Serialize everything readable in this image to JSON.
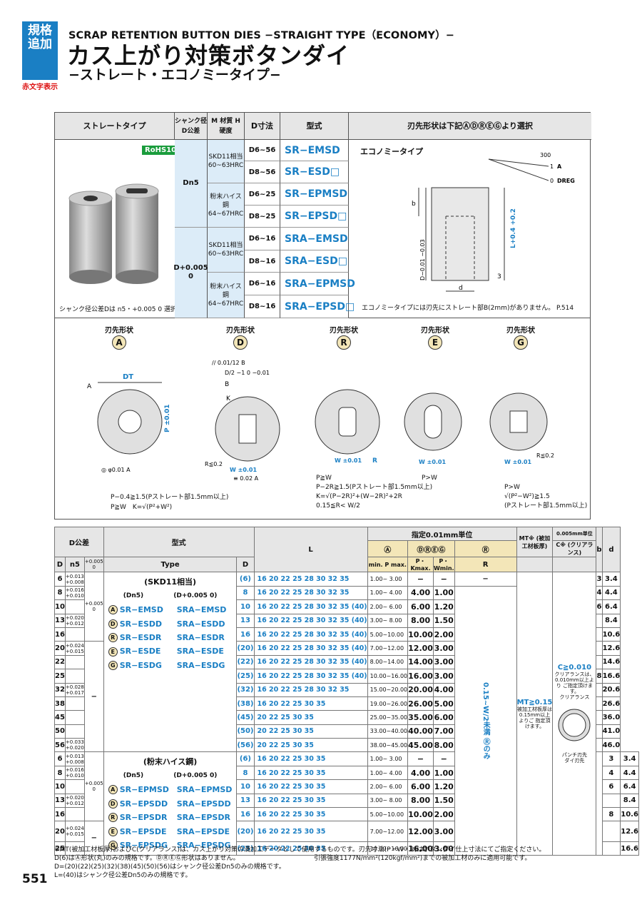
{
  "header": {
    "badge": "規格追加",
    "badge_sub": "赤文字表示",
    "title_en": "SCRAP RETENTION BUTTON DIES −STRAIGHT TYPE（ECONOMY）−",
    "title_jp": "カス上がり対策ボタンダイ",
    "subtitle": "−ストレート・エコノミータイプ−"
  },
  "top_table": {
    "headers": [
      "ストレートタイプ",
      "シャンク径 D公差",
      "M 材質 H 硬度",
      "D寸法",
      "型式",
      "刃先形状は下記ⒶⒹⓇⒺⒼより選択"
    ],
    "rohs": "RoHS10",
    "shank_n5": "Dn5",
    "shank_005": "D+0.005 0",
    "materials": [
      "SKD11相当 60~63HRC",
      "粉末ハイス鋼 64~67HRC",
      "SKD11相当 60~63HRC",
      "粉末ハイス鋼 64~67HRC"
    ],
    "rows": [
      {
        "d": "D6~56",
        "t": "SR−EMSD"
      },
      {
        "d": "D8~56",
        "t": "SR−ESD□"
      },
      {
        "d": "D6~25",
        "t": "SR−EPMSD"
      },
      {
        "d": "D8~25",
        "t": "SR−EPSD□"
      },
      {
        "d": "D6~16",
        "t": "SRA−EMSD"
      },
      {
        "d": "D8~16",
        "t": "SRA−ESD□"
      },
      {
        "d": "D6~16",
        "t": "SRA−EPMSD"
      },
      {
        "d": "D8~16",
        "t": "SRA−EPSD□"
      }
    ],
    "eco_label": "エコノミータイプ",
    "eco_note": "エコノミータイプには刃先にストレート部B(2mm)がありません。 P.514",
    "shank_note": "シャンク径公差Dは n5・+0.005 0 選択",
    "draw": {
      "v300": "300",
      "r1": "1",
      "r0": "0",
      "a": "A",
      "dreg": "DREG",
      "b": "b",
      "tol": "D−0.01 −0.03",
      "l": "L+0.4 +0.2",
      "d": "d",
      "three": "3"
    }
  },
  "shapes": {
    "title": "刃先形状",
    "codes": [
      "A",
      "D",
      "R",
      "E",
      "G"
    ],
    "notes": {
      "a1": "P−0.4≧1.5(Pストレート部1.5mm以上)",
      "a2": "P≧W　K=√(P²+W²)",
      "r1": "P≧W",
      "r2": "P−2R≧1.5(Pストレート部1.5mm以上)",
      "r3": "K=√(P−2R)²+(W−2R)²+2R",
      "r4": "0.15≦R< W/2",
      "e1": "P>W",
      "g1": "P>W",
      "g2": "√(P²−W²)≧1.5",
      "g3": "(Pストレート部1.5mm以上)"
    },
    "labels": {
      "dt": "DT",
      "a": "A",
      "b": "B",
      "p": "P ±0.01",
      "w": "W ±0.01",
      "k": "K",
      "r": "R",
      "r02": "R≦0.2",
      "flat": "◎ φ0.01 A",
      "par": "// 0.01/12 B",
      "sym": "≡ 0.02 A",
      "half": "D/2 −1 0 −0.01"
    }
  },
  "main_table": {
    "header": {
      "dtol": "D公差",
      "type": "型式",
      "l": "L",
      "unit001": "指定0.01mm単位",
      "unit005": "0.005mm単位",
      "a": "Ⓐ",
      "dreg": "ⒹⓇⒺⒼ",
      "r": "Ⓡ",
      "mt": "MT※ (被加工材板厚)",
      "c": "C※ (クリアランス)",
      "b": "b",
      "dd": "d",
      "D": "D",
      "n5": "n5",
      "p005": "+0.005 0",
      "Type": "Type",
      "DD": "D",
      "pmax": "min. P max.",
      "pk": "P・Kmax.",
      "pw": "P・Wmin.",
      "rr": "R"
    },
    "group1": {
      "label": "(SKD11相当)",
      "sub1": "(Dn5)",
      "sub2": "(D+0.005 0)",
      "types": [
        [
          "A",
          "SR−EMSD",
          "SRA−EMSD"
        ],
        [
          "D",
          "SR−ESDD",
          "SRA−ESDD"
        ],
        [
          "R",
          "SR−ESDR",
          "SRA−ESDR"
        ],
        [
          "E",
          "SR−ESDE",
          "SRA−ESDE"
        ],
        [
          "G",
          "SR−ESDG",
          "SRA−ESDG"
        ]
      ],
      "rows": [
        {
          "D": "6",
          "n5": "+0.013 +0.008",
          "dd": "(6)",
          "l": "16 20 22 25 28 30 32 35",
          "a": "1.00~ 3.00",
          "pk": "−",
          "pw": "−",
          "r": "−",
          "b": "3",
          "d": "3.4"
        },
        {
          "D": "8",
          "n5": "+0.016 +0.010",
          "dd": "8",
          "l": "16 20 22 25 28 30 32 35",
          "a": "1.00~ 4.00",
          "pk": "4.00",
          "pw": "1.00",
          "r": "",
          "b": "4",
          "d": "4.4"
        },
        {
          "D": "10",
          "n5": "",
          "dd": "10",
          "l": "16 20 22 25 28 30 32 35 (40)",
          "a": "2.00~ 6.00",
          "pk": "6.00",
          "pw": "1.20",
          "r": "",
          "b": "6",
          "d": "6.4"
        },
        {
          "D": "13",
          "n5": "+0.020 +0.012",
          "dd": "13",
          "l": "16 20 22 25 28 30 32 35 (40)",
          "a": "3.00~ 8.00",
          "pk": "8.00",
          "pw": "1.50",
          "r": "",
          "b": "",
          "d": "8.4"
        },
        {
          "D": "16",
          "n5": "",
          "dd": "16",
          "l": "16 20 22 25 28 30 32 35 (40)",
          "a": "5.00~10.00",
          "pk": "10.00",
          "pw": "2.00",
          "r": "",
          "b": "",
          "d": "10.6"
        },
        {
          "D": "20",
          "n5": "+0.024 +0.015",
          "dd": "(20)",
          "l": "16 20 22 25 28 30 32 35 (40)",
          "a": "7.00~12.00",
          "pk": "12.00",
          "pw": "3.00",
          "r": "",
          "b": "",
          "d": "12.6"
        },
        {
          "D": "22",
          "n5": "",
          "dd": "(22)",
          "l": "16 20 22 25 28 30 32 35 (40)",
          "a": "8.00~14.00",
          "pk": "14.00",
          "pw": "3.00",
          "r": "",
          "b": "",
          "d": "14.6"
        },
        {
          "D": "25",
          "n5": "",
          "dd": "(25)",
          "l": "16 20 22 25 28 30 32 35 (40)",
          "a": "10.00~16.00",
          "pk": "16.00",
          "pw": "3.00",
          "r": "",
          "b": "8",
          "d": "16.6"
        },
        {
          "D": "32",
          "n5": "+0.028 +0.017",
          "dd": "(32)",
          "l": "16 20 22 25 28 30 32 35",
          "a": "15.00~20.00",
          "pk": "20.00",
          "pw": "4.00",
          "r": "",
          "b": "",
          "d": "20.6"
        },
        {
          "D": "38",
          "n5": "",
          "dd": "(38)",
          "l": "16 20 22 25   30   35",
          "a": "19.00~26.00",
          "pk": "26.00",
          "pw": "5.00",
          "r": "",
          "b": "",
          "d": "26.6"
        },
        {
          "D": "45",
          "n5": "",
          "dd": "(45)",
          "l": "20 22 25   30   35",
          "a": "25.00~35.00",
          "pk": "35.00",
          "pw": "6.00",
          "r": "",
          "b": "",
          "d": "36.0"
        },
        {
          "D": "50",
          "n5": "",
          "dd": "(50)",
          "l": "20 22 25   30   35",
          "a": "33.00~40.00",
          "pk": "40.00",
          "pw": "7.00",
          "r": "",
          "b": "",
          "d": "41.0"
        },
        {
          "D": "56",
          "n5": "+0.033 +0.020",
          "dd": "(56)",
          "l": "20 22 25   30   35",
          "a": "38.00~45.00",
          "pk": "45.00",
          "pw": "8.00",
          "r": "",
          "b": "",
          "d": "46.0"
        }
      ]
    },
    "group2": {
      "label": "(粉末ハイス鋼)",
      "sub1": "(Dn5)",
      "sub2": "(D+0.005 0)",
      "types": [
        [
          "A",
          "SR−EPMSD",
          "SRA−EPMSD"
        ],
        [
          "D",
          "SR−EPSDD",
          "SRA−EPSDD"
        ],
        [
          "R",
          "SR−EPSDR",
          "SRA−EPSDR"
        ],
        [
          "E",
          "SR−EPSDE",
          "SRA−EPSDE"
        ],
        [
          "G",
          "SR−EPSDG",
          "SRA−EPSDG"
        ]
      ],
      "rows": [
        {
          "D": "6",
          "n5": "+0.013 +0.008",
          "dd": "(6)",
          "l": "16 20 22 25   30   35",
          "a": "1.00~ 3.00",
          "pk": "−",
          "pw": "−",
          "b": "3",
          "d": "3.4"
        },
        {
          "D": "8",
          "n5": "+0.016 +0.010",
          "dd": "8",
          "l": "16 20 22 25   30   35",
          "a": "1.00~ 4.00",
          "pk": "4.00",
          "pw": "1.00",
          "b": "4",
          "d": "4.4"
        },
        {
          "D": "10",
          "n5": "",
          "dd": "10",
          "l": "16 20 22 25   30   35",
          "a": "2.00~ 6.00",
          "pk": "6.00",
          "pw": "1.20",
          "b": "6",
          "d": "6.4"
        },
        {
          "D": "13",
          "n5": "+0.020 +0.012",
          "dd": "13",
          "l": "16 20 22 25   30   35",
          "a": "3.00~ 8.00",
          "pk": "8.00",
          "pw": "1.50",
          "b": "",
          "d": "8.4"
        },
        {
          "D": "16",
          "n5": "",
          "dd": "16",
          "l": "16 20 22 25   30   35",
          "a": "5.00~10.00",
          "pk": "10.00",
          "pw": "2.00",
          "b": "8",
          "d": "10.6"
        },
        {
          "D": "20",
          "n5": "+0.024 +0.015",
          "dd": "(20)",
          "l": "16 20 22 25   30   35",
          "a": "7.00~12.00",
          "pk": "12.00",
          "pw": "3.00",
          "b": "",
          "d": "12.6"
        },
        {
          "D": "25",
          "n5": "",
          "dd": "(25)",
          "l": "16 20 22 25   30   35",
          "a": "10.00~16.00",
          "pk": "16.00",
          "pw": "3.00",
          "b": "",
          "d": "16.6"
        }
      ]
    },
    "p005_val": "+0.005 0",
    "dash": "−",
    "r_note": "0.15~W/2未満 Ⓡのみ",
    "mt_val": "MT≧0.15",
    "mt_note": "被加工材板厚は 0.15mm以上よりご 指定頂けます。",
    "c_val": "C≧0.010",
    "c_note": "クリアランスは、 0.010mm以上より ご指定頂けます。",
    "c_lbl1": "クリアランス",
    "c_lbl2": "パンチ刃先",
    "c_lbl3": "ダイ刃先"
  },
  "footnotes": [
    "※MT(被加工材板厚)およびC(クリアランス)は、カス上がり対策の満加工データとして使用するものです。刃先寸法(P・W・R)はボタンダイ仕上寸法にてご指定ください。",
    "D(6)はⒶ形状(丸)のみの規格です。ⒹⓇⒺⒼ形状はありません。",
    "引張強度1177N/mm²(120kgf/mm²)までの被加工材のみに適用可能です。",
    "D=(20)(22)(25)(32)(38)(45)(50)(56)はシャンク径公差Dn5のみの規格です。",
    "L=(40)はシャンク径公差Dn5のみの規格です。"
  ],
  "page_number": "551"
}
